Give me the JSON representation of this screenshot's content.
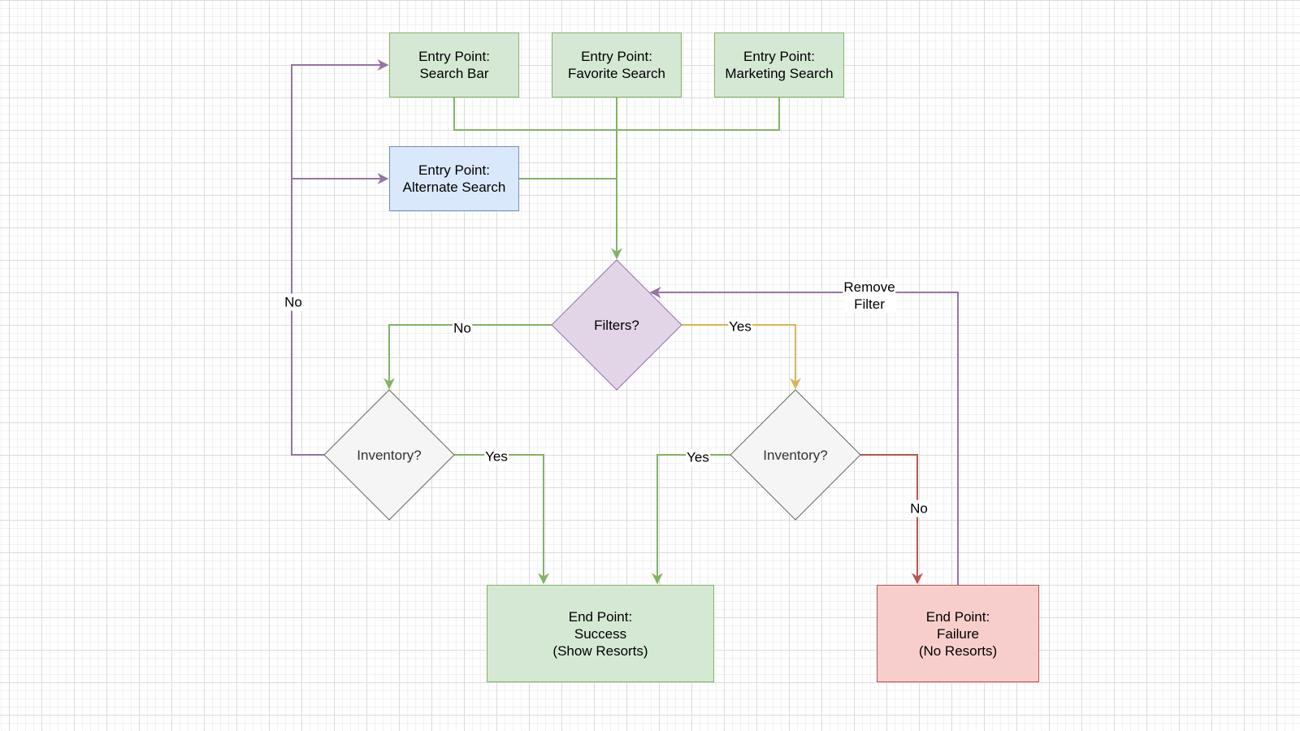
{
  "colors": {
    "green_fill": "#d5e8d4",
    "green_stroke": "#82b366",
    "blue_fill": "#dae8fc",
    "blue_stroke": "#6c8ebf",
    "purple_fill": "#e1d5e7",
    "purple_stroke": "#9673a6",
    "gray_fill": "#f5f5f5",
    "gray_stroke": "#666666",
    "red_fill": "#f8cecc",
    "red_stroke": "#b85450",
    "yellow_stroke": "#d6b656"
  },
  "nodes": {
    "entry_search_bar": "Entry Point:\nSearch Bar",
    "entry_favorite_search": "Entry Point:\nFavorite Search",
    "entry_marketing_search": "Entry Point:\nMarketing Search",
    "entry_alternate_search": "Entry Point:\nAlternate Search",
    "filters_decision": "Filters?",
    "inventory_left_decision": "Inventory?",
    "inventory_right_decision": "Inventory?",
    "end_success": "End Point:\nSuccess\n(Show Resorts)",
    "end_failure": "End Point:\nFailure\n(No Resorts)"
  },
  "edge_labels": {
    "no_loop_back": "No",
    "filters_no": "No",
    "filters_yes": "Yes",
    "inventory_left_yes": "Yes",
    "inventory_right_yes": "Yes",
    "inventory_right_no": "No",
    "remove_filter": "Remove\nFilter"
  }
}
